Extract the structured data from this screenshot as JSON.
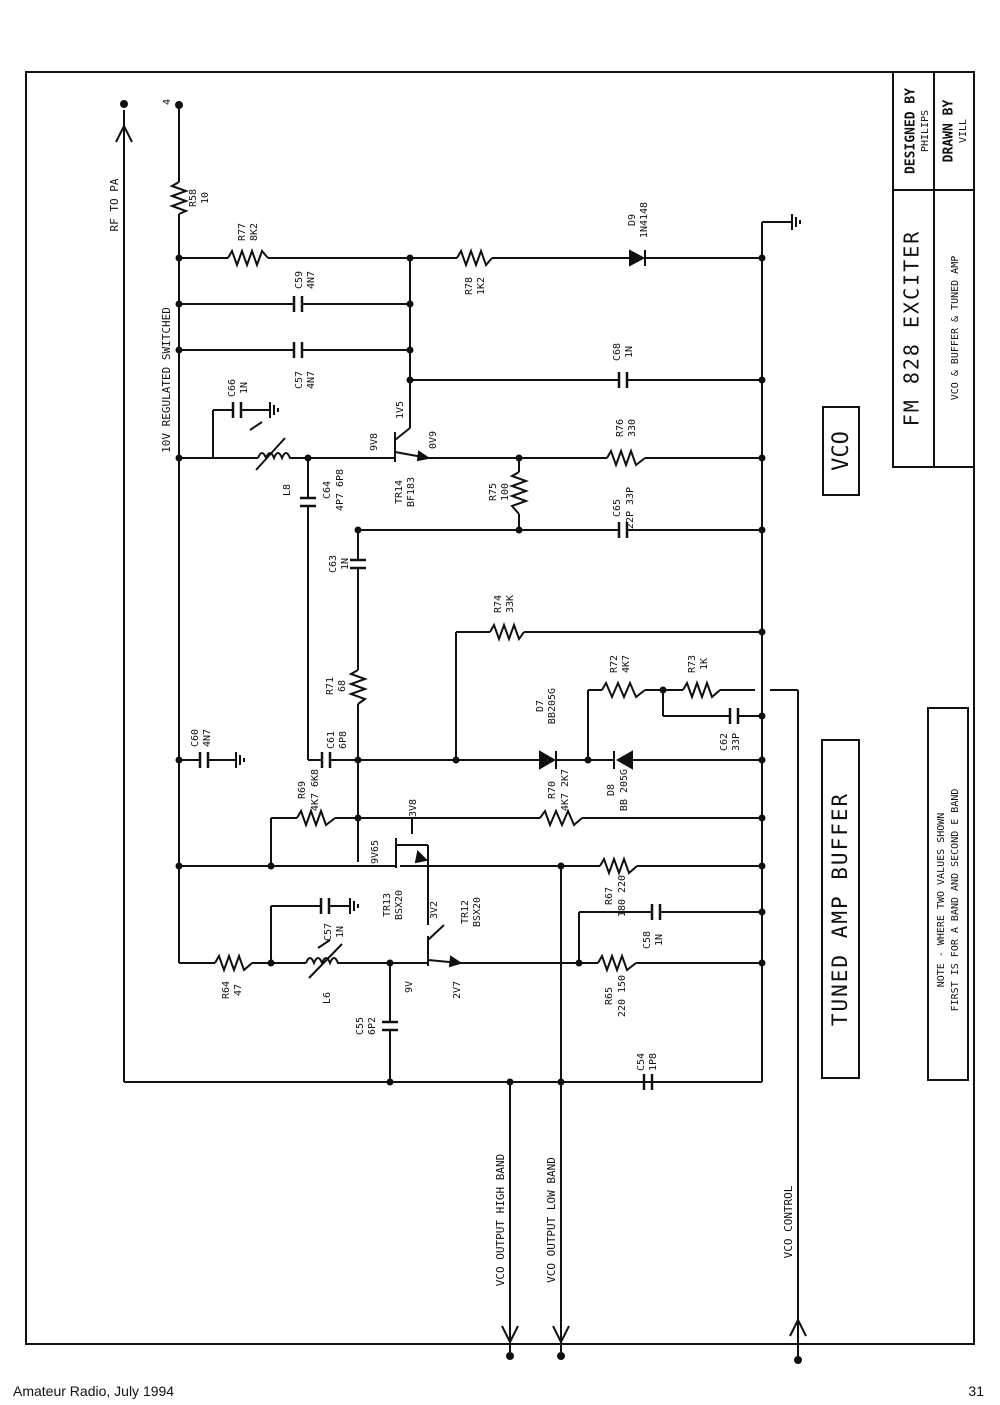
{
  "title_block": {
    "designed_by_label": "DESIGNED BY",
    "designed_by": "PHILIPS",
    "drawn_by_label": "DRAWN BY",
    "drawn_by": "VILL",
    "title": "FM 828  EXCITER",
    "subtitle": "VCO & BUFFER & TUNED AMP"
  },
  "section_labels": {
    "vco": "VCO",
    "tuned_amp_buffer": "TUNED AMP  BUFFER"
  },
  "note": {
    "line1": "NOTE - WHERE TWO VALUES SHOWN",
    "line2": "FIRST IS FOR A BAND AND SECOND E BAND"
  },
  "signals": {
    "rf_to_pa": "RF TO PA",
    "supply": "10V REGULATED SWITCHED",
    "supply_pin": "4",
    "vco_out_high": "VCO OUTPUT HIGH BAND",
    "vco_out_low": "VCO OUTPUT LOW BAND",
    "vco_control": "VCO CONTROL"
  },
  "components": [
    {
      "ref": "R58",
      "value": "10"
    },
    {
      "ref": "R77",
      "value": "8K2"
    },
    {
      "ref": "C59",
      "value": "4N7"
    },
    {
      "ref": "C57",
      "value": "4N7"
    },
    {
      "ref": "C66",
      "value": "1N"
    },
    {
      "ref": "R78",
      "value": "1K2"
    },
    {
      "ref": "D9",
      "value": "1N4148"
    },
    {
      "ref": "C68",
      "value": "1N"
    },
    {
      "ref": "R76",
      "value": "330"
    },
    {
      "ref": "R75",
      "value": "100"
    },
    {
      "ref": "C65",
      "value": "22P 33P"
    },
    {
      "ref": "C64",
      "value": "4P7 6P8"
    },
    {
      "ref": "C63",
      "value": "1N"
    },
    {
      "ref": "L8",
      "value": ""
    },
    {
      "ref": "TR14",
      "value": "BF183"
    },
    {
      "ref": "R74",
      "value": "33K"
    },
    {
      "ref": "R71",
      "value": "68"
    },
    {
      "ref": "R72",
      "value": "4K7"
    },
    {
      "ref": "R73",
      "value": "1K"
    },
    {
      "ref": "D7",
      "value": "BB205G"
    },
    {
      "ref": "C62",
      "value": "33P"
    },
    {
      "ref": "C61",
      "value": "6P8"
    },
    {
      "ref": "C60",
      "value": "4N7"
    },
    {
      "ref": "R69",
      "value": "4K7 6K8"
    },
    {
      "ref": "R70",
      "value": "4K7 2K7"
    },
    {
      "ref": "D8",
      "value": "BB 205G"
    },
    {
      "ref": "TR13",
      "value": "BSX20"
    },
    {
      "ref": "TR12",
      "value": "BSX20"
    },
    {
      "ref": "R67",
      "value": "180 220"
    },
    {
      "ref": "C57",
      "value": "1N"
    },
    {
      "ref": "C58",
      "value": "1N"
    },
    {
      "ref": "R64",
      "value": "47"
    },
    {
      "ref": "L6",
      "value": ""
    },
    {
      "ref": "R65",
      "value": "220 150"
    },
    {
      "ref": "C55",
      "value": "6P2"
    },
    {
      "ref": "C54",
      "value": "1P8"
    }
  ],
  "voltages": {
    "tr14_base": "9V8",
    "tr14_collector": "1V5",
    "tr14_emitter": "0V9",
    "tr13_collector": "3V8",
    "tr13_base": "9V65",
    "tr12_collector": "3V2",
    "tr12_base": "9V",
    "tr12_emitter": "2V7"
  },
  "footer": {
    "left": "Amateur Radio, July 1994",
    "right": "31"
  }
}
